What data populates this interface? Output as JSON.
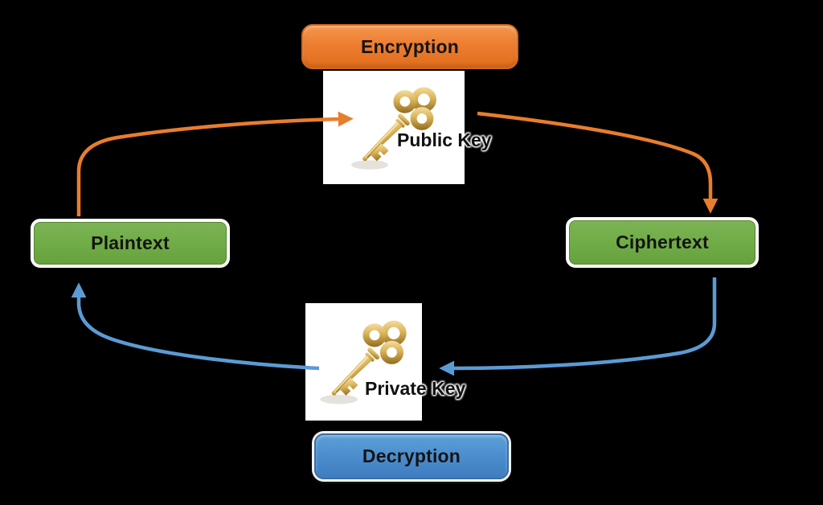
{
  "diagram": {
    "background_color": "#000000",
    "nodes": {
      "encryption": {
        "label": "Encryption",
        "fill": "#ED7D31",
        "border": "#D2691E",
        "shape": "rounded-rect"
      },
      "plaintext": {
        "label": "Plaintext",
        "fill": "#70AD47",
        "border": "#FFFFFF",
        "shape": "rounded-rect"
      },
      "ciphertext": {
        "label": "Ciphertext",
        "fill": "#70AD47",
        "border": "#FFFFFF",
        "shape": "rounded-rect"
      },
      "decryption": {
        "label": "Decryption",
        "fill": "#4A8CCC",
        "border": "#3A6EA5",
        "shape": "rounded-rect"
      },
      "public_key": {
        "label": "Public Key",
        "icon": "gold-skeleton-key-icon",
        "background": "#FFFFFF"
      },
      "private_key": {
        "label": "Private Key",
        "icon": "gold-skeleton-key-icon",
        "background": "#FFFFFF"
      }
    },
    "arrows": {
      "encrypt_color": "#E87D2E",
      "decrypt_color": "#5B9BD5",
      "edges": [
        {
          "from": "Plaintext",
          "to": "Public Key",
          "color": "#E87D2E"
        },
        {
          "from": "Public Key",
          "to": "Ciphertext",
          "color": "#E87D2E"
        },
        {
          "from": "Ciphertext",
          "to": "Private Key",
          "color": "#5B9BD5"
        },
        {
          "from": "Private Key",
          "to": "Plaintext",
          "color": "#5B9BD5"
        }
      ]
    }
  }
}
